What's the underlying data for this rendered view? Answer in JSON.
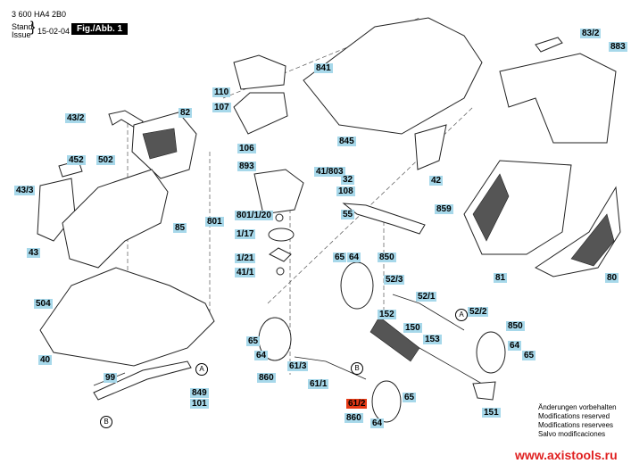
{
  "header": {
    "part_number": "3 600 HA4 2B0",
    "stand": "Stand",
    "issue": "Issue",
    "brace": "}",
    "date": "15-02-04",
    "figure": "Fig./Abb. 1"
  },
  "labels": [
    {
      "id": "l-43-2",
      "text": "43/2"
    },
    {
      "id": "l-82",
      "text": "82"
    },
    {
      "id": "l-452",
      "text": "452"
    },
    {
      "id": "l-502",
      "text": "502"
    },
    {
      "id": "l-43-3",
      "text": "43/3"
    },
    {
      "id": "l-85",
      "text": "85"
    },
    {
      "id": "l-43",
      "text": "43"
    },
    {
      "id": "l-110",
      "text": "110"
    },
    {
      "id": "l-107",
      "text": "107"
    },
    {
      "id": "l-106",
      "text": "106"
    },
    {
      "id": "l-893",
      "text": "893"
    },
    {
      "id": "l-801",
      "text": "801"
    },
    {
      "id": "l-801-1-20",
      "text": "801/1/20"
    },
    {
      "id": "l-1-17",
      "text": "1/17"
    },
    {
      "id": "l-1-21",
      "text": "1/21"
    },
    {
      "id": "l-41-1",
      "text": "41/1"
    },
    {
      "id": "l-841",
      "text": "841"
    },
    {
      "id": "l-845",
      "text": "845"
    },
    {
      "id": "l-41-803",
      "text": "41/803"
    },
    {
      "id": "l-32",
      "text": "32"
    },
    {
      "id": "l-108",
      "text": "108"
    },
    {
      "id": "l-42",
      "text": "42"
    },
    {
      "id": "l-859",
      "text": "859"
    },
    {
      "id": "l-55",
      "text": "55"
    },
    {
      "id": "l-83-2",
      "text": "83/2"
    },
    {
      "id": "l-883",
      "text": "883"
    },
    {
      "id": "l-81",
      "text": "81"
    },
    {
      "id": "l-80",
      "text": "80"
    },
    {
      "id": "l-65a",
      "text": "65"
    },
    {
      "id": "l-64a",
      "text": "64"
    },
    {
      "id": "l-850a",
      "text": "850"
    },
    {
      "id": "l-52-3",
      "text": "52/3"
    },
    {
      "id": "l-52-1",
      "text": "52/1"
    },
    {
      "id": "l-52-2",
      "text": "52/2"
    },
    {
      "id": "l-152",
      "text": "152"
    },
    {
      "id": "l-150",
      "text": "150"
    },
    {
      "id": "l-153",
      "text": "153"
    },
    {
      "id": "l-850b",
      "text": "850"
    },
    {
      "id": "l-64b",
      "text": "64"
    },
    {
      "id": "l-65b",
      "text": "65"
    },
    {
      "id": "l-151",
      "text": "151"
    },
    {
      "id": "l-504",
      "text": "504"
    },
    {
      "id": "l-40",
      "text": "40"
    },
    {
      "id": "l-99",
      "text": "99"
    },
    {
      "id": "l-849",
      "text": "849"
    },
    {
      "id": "l-101",
      "text": "101"
    },
    {
      "id": "l-65c",
      "text": "65"
    },
    {
      "id": "l-64c",
      "text": "64"
    },
    {
      "id": "l-860a",
      "text": "860"
    },
    {
      "id": "l-61-3",
      "text": "61/3"
    },
    {
      "id": "l-61-1",
      "text": "61/1"
    },
    {
      "id": "l-61-2",
      "text": "61/2",
      "highlighted": true
    },
    {
      "id": "l-860b",
      "text": "860"
    },
    {
      "id": "l-64d",
      "text": "64"
    },
    {
      "id": "l-65d",
      "text": "65"
    }
  ],
  "markers": {
    "a": "A",
    "b": "B"
  },
  "notes": [
    "Änderungen vorbehalten",
    "Modifications reserved",
    "Modifications reservees",
    "Salvo modificaciones"
  ],
  "website": "www.axistools.ru",
  "colors": {
    "label_bg": "#a7d8ea",
    "highlight_bg": "#e63a16",
    "url": "#e02020"
  }
}
